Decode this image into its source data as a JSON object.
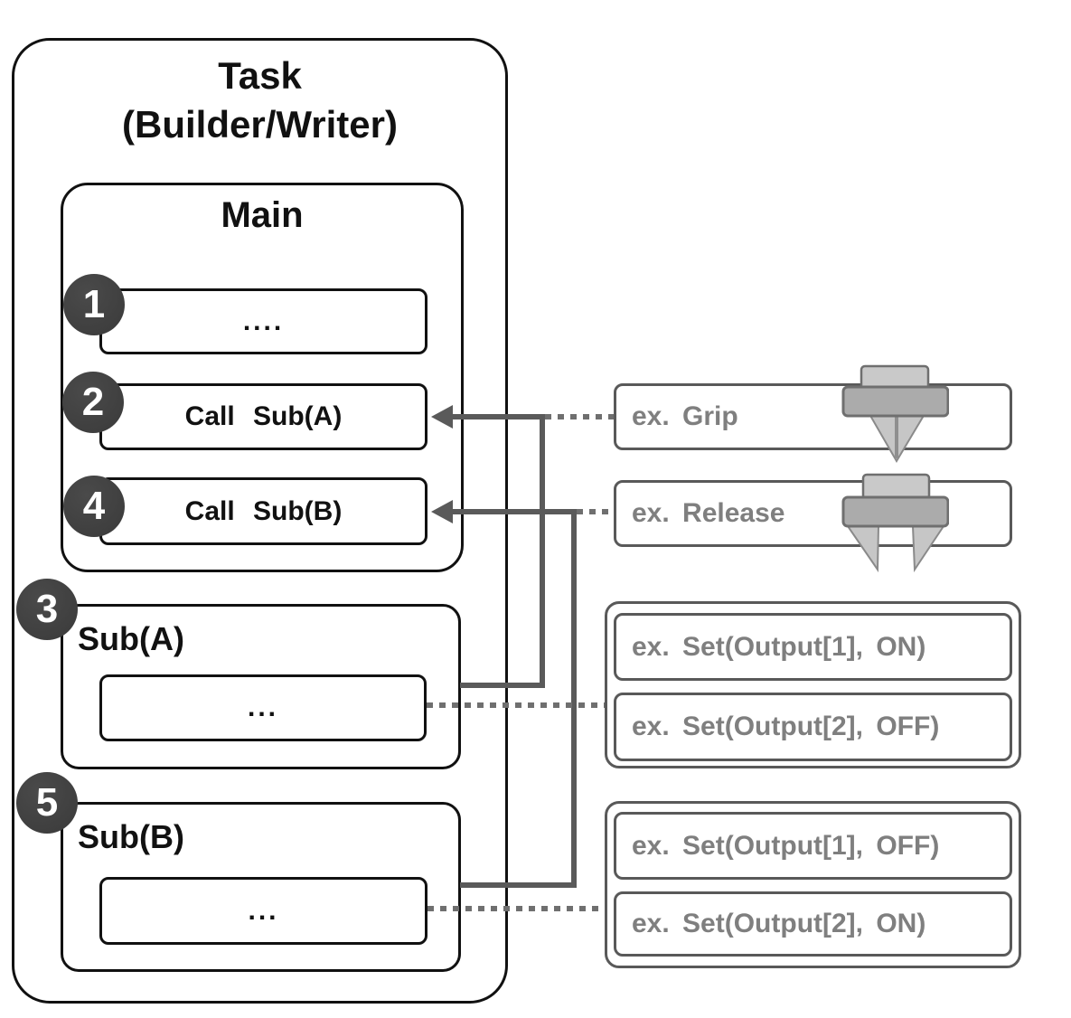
{
  "diagram": {
    "task": {
      "title_line1": "Task",
      "title_line2": "(Builder/Writer)"
    },
    "main": {
      "title": "Main",
      "steps": [
        {
          "badge": "1",
          "label": "...."
        },
        {
          "badge": "2",
          "label": "Call Sub(A)"
        },
        {
          "badge": "4",
          "label": "Call Sub(B)"
        }
      ]
    },
    "sub_a": {
      "badge": "3",
      "title": "Sub(A)",
      "body": "..."
    },
    "sub_b": {
      "badge": "5",
      "title": "Sub(B)",
      "body": "..."
    },
    "examples": {
      "grip_label": "ex. Grip",
      "release_label": "ex. Release",
      "sub_a_actions": [
        "ex. Set(Output[1], ON)",
        "ex. Set(Output[2], OFF)"
      ],
      "sub_b_actions": [
        "ex. Set(Output[1], OFF)",
        "ex. Set(Output[2], ON)"
      ]
    },
    "icons": {
      "grip": "gripper-closed-icon",
      "release": "gripper-open-icon"
    },
    "colors": {
      "box_border": "#111111",
      "connector_solid": "#5a5a5a",
      "connector_dotted": "#6f6f6f",
      "badge_fill": "#424242",
      "badge_text": "#ffffff",
      "example_border": "#595959",
      "example_text": "#7f7f7f",
      "icon_light": "#c7c7c7",
      "icon_mid": "#ababab",
      "icon_stroke": "#6f6f6f"
    }
  }
}
